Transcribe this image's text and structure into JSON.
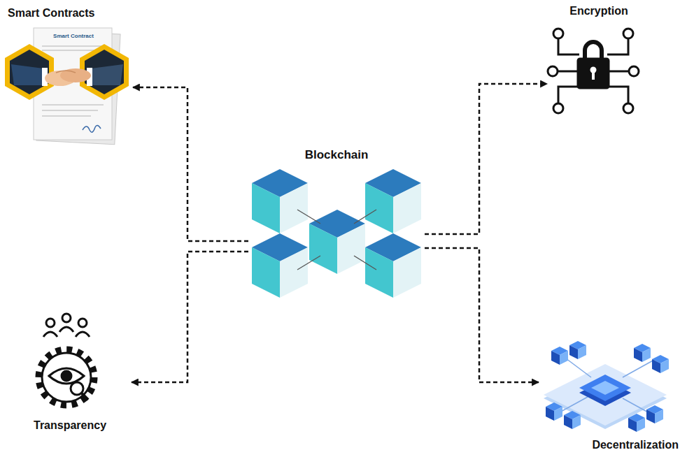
{
  "diagram": {
    "nodes": [
      {
        "text": [
          "Smart Contracts"
        ]
      },
      {
        "text": [
          "Encryption"
        ]
      },
      {
        "text": [
          "Blockchain"
        ]
      },
      {
        "text": [
          "Transparency"
        ]
      },
      {
        "text": [
          "Decentralization"
        ]
      }
    ],
    "edges": [
      {
        "from": 2,
        "to": 0,
        "arrow": "to"
      },
      {
        "from": 2,
        "to": 1,
        "arrow": "to"
      },
      {
        "from": 2,
        "to": 3,
        "arrow": "to"
      },
      {
        "from": 2,
        "to": 4,
        "arrow": "to"
      }
    ],
    "labels": [
      "Smart Contract"
    ]
  }
}
